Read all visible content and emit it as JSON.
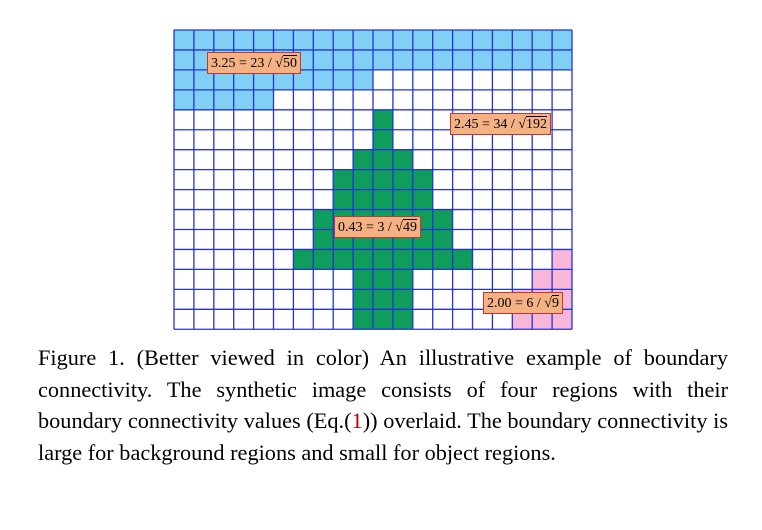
{
  "figure": {
    "grid": {
      "cols": 20,
      "rows": 15
    },
    "colors": {
      "grid_line": "#2233dd",
      "background_a": "#80cff5",
      "object": "#0e9d5a",
      "background_b": "#f8b7d8",
      "label_fill": "#f4b183",
      "label_border": "#c0392b"
    },
    "regions": {
      "blue": [
        [
          0,
          0,
          20
        ],
        [
          1,
          0,
          20
        ],
        [
          2,
          0,
          10
        ],
        [
          3,
          0,
          5
        ]
      ],
      "green": [
        [
          4,
          10,
          11
        ],
        [
          5,
          10,
          11
        ],
        [
          6,
          9,
          12
        ],
        [
          7,
          8,
          13
        ],
        [
          8,
          8,
          13
        ],
        [
          9,
          7,
          14
        ],
        [
          10,
          7,
          14
        ],
        [
          11,
          6,
          15
        ],
        [
          12,
          9,
          12
        ],
        [
          13,
          9,
          12
        ],
        [
          14,
          9,
          12
        ]
      ],
      "pink": [
        [
          11,
          19,
          20
        ],
        [
          12,
          18,
          20
        ],
        [
          13,
          17,
          20
        ],
        [
          14,
          17,
          20
        ]
      ]
    },
    "labels": [
      {
        "value": "3.25",
        "numerator": "23",
        "radicand": "50"
      },
      {
        "value": "2.45",
        "numerator": "34",
        "radicand": "192"
      },
      {
        "value": "0.43",
        "numerator": "3",
        "radicand": "49"
      },
      {
        "value": "2.00",
        "numerator": "6",
        "radicand": "9"
      }
    ]
  },
  "caption": {
    "prefix": "Figure 1. (Better viewed in color) An illustrative example of boundary connectivity. The synthetic image consists of four regions with their boundary connectivity values (Eq.(",
    "ref": "1",
    "suffix": ")) overlaid. The boundary connectivity is large for background regions and small for object regions."
  }
}
